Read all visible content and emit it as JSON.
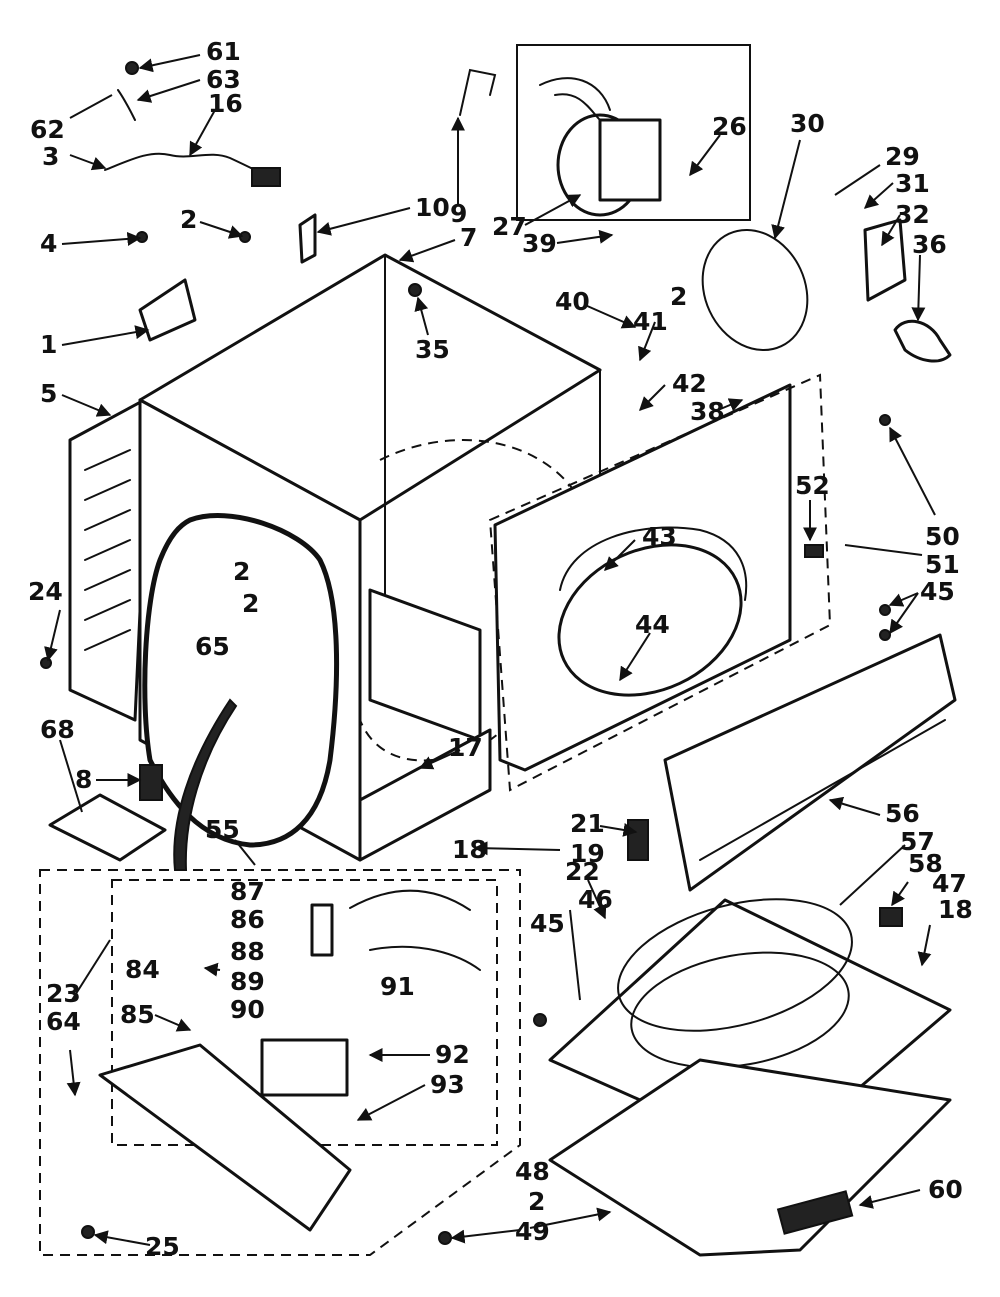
{
  "diagram": {
    "labels": [
      "61",
      "63",
      "16",
      "62",
      "3",
      "2",
      "10",
      "9",
      "7",
      "4",
      "1",
      "5",
      "35",
      "27",
      "26",
      "30",
      "29",
      "31",
      "32",
      "36",
      "39",
      "2",
      "40",
      "41",
      "42",
      "38",
      "50",
      "52",
      "51",
      "45",
      "43",
      "44",
      "2",
      "2",
      "65",
      "24",
      "68",
      "8",
      "55",
      "17",
      "18",
      "19",
      "21",
      "22",
      "46",
      "45",
      "56",
      "57",
      "58",
      "47",
      "18",
      "87",
      "86",
      "88",
      "89",
      "90",
      "84",
      "85",
      "91",
      "92",
      "93",
      "23",
      "64",
      "25",
      "48",
      "2",
      "49",
      "60"
    ]
  }
}
